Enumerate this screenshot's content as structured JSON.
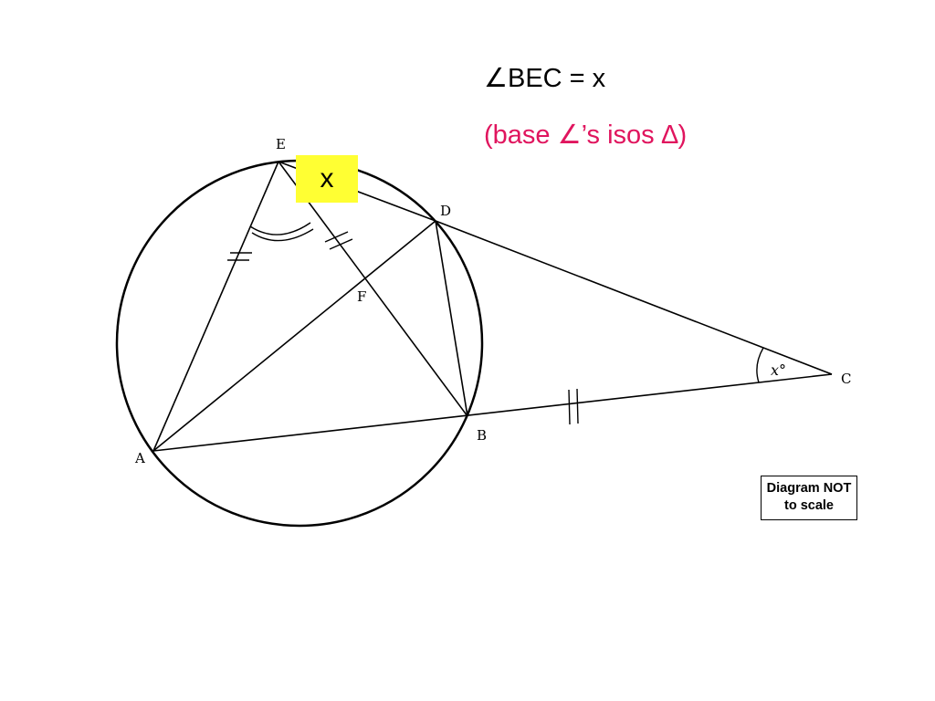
{
  "statement": {
    "angle_symbol": "∠",
    "text": "BEC = x"
  },
  "reason": {
    "open": "(base ",
    "angle_symbol": "∠",
    "middle": "’s isos ",
    "triangle_symbol": "∆",
    "close": ")"
  },
  "highlight": {
    "text": "x",
    "color": "#ffff33"
  },
  "reason_color": "#e0155e",
  "diagram": {
    "points": {
      "A": "A",
      "B": "B",
      "C": "C",
      "D": "D",
      "E": "E",
      "F": "F"
    },
    "angle_at_C": "x°",
    "note_line1": "Diagram NOT",
    "note_line2": "to scale"
  }
}
